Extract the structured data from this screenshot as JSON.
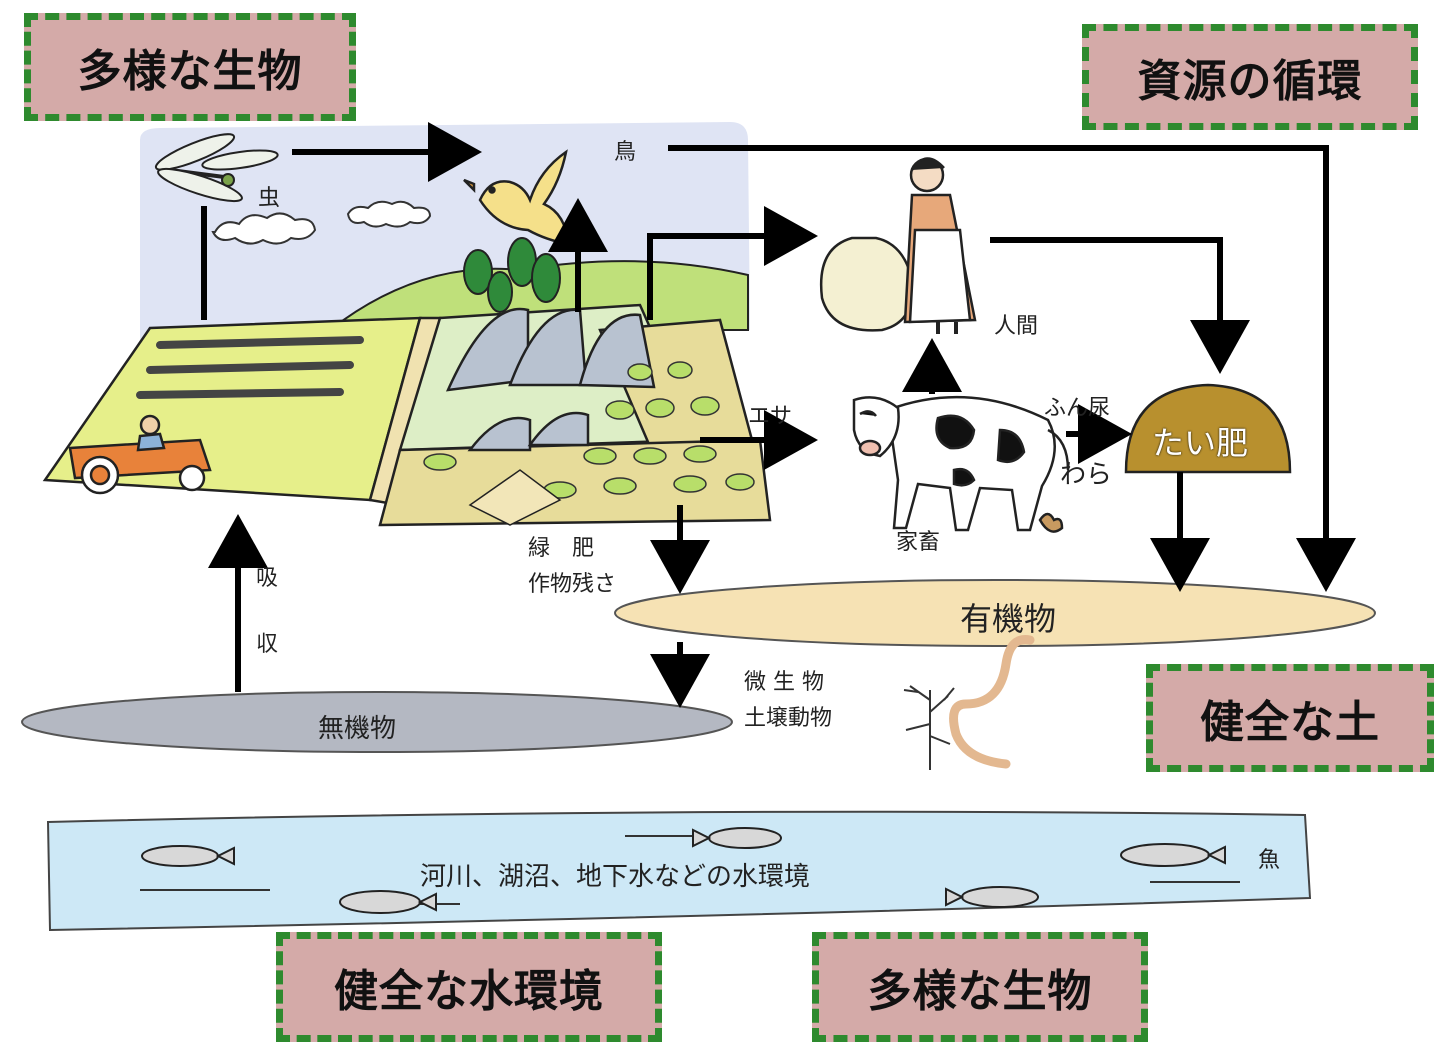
{
  "badges": {
    "diverse_life_top": "多様な生物",
    "resource_cycle": "資源の循環",
    "healthy_soil": "健全な土",
    "healthy_water": "健全な水環境",
    "diverse_life_bottom": "多様な生物"
  },
  "labels": {
    "insect": "虫",
    "bird": "鳥",
    "human": "人間",
    "feed": "エサ",
    "manure_urine": "ふん尿",
    "straw": "わら",
    "compost": "たい肥",
    "livestock": "家畜",
    "green_manure_1": "緑　肥",
    "crop_residue": "作物残さ",
    "absorb_1": "吸",
    "absorb_2": "収",
    "organic": "有機物",
    "inorganic": "無機物",
    "microbes": "微 生 物",
    "soil_animals": "土壌動物",
    "water_env": "河川、湖沼、地下水などの水環境",
    "fish": "魚"
  },
  "colors": {
    "badge_fill": "#d4aaa8",
    "badge_border": "#2e8a2e",
    "sky": "#dfe4f4",
    "water": "#cde8f6",
    "organic_fill": "#f6e2b4",
    "inorganic_fill": "#b4b8c2",
    "compost_fill": "#b8902e"
  }
}
